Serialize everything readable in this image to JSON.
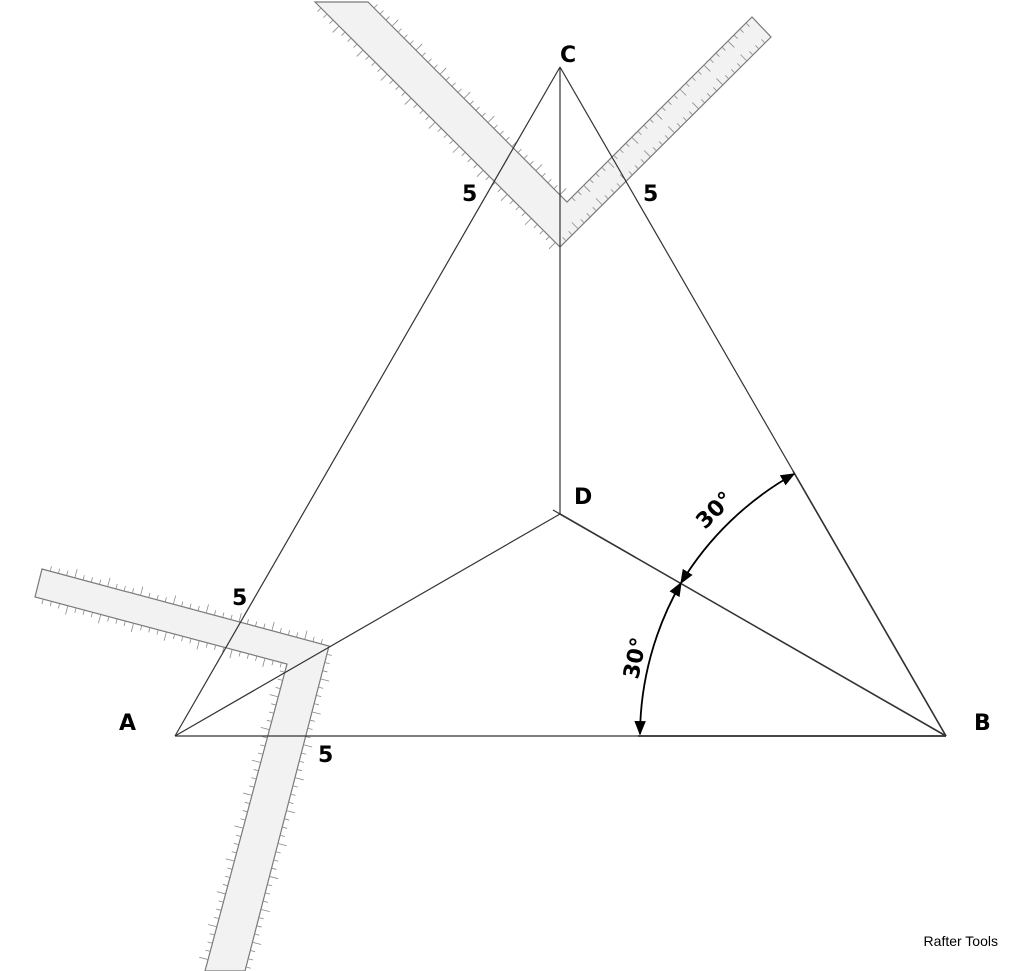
{
  "points": {
    "A": "A",
    "B": "B",
    "C": "C",
    "D": "D"
  },
  "measurements": {
    "ca": "5",
    "cb": "5",
    "ac": "5",
    "ab": "5"
  },
  "angles": {
    "upper": "30°",
    "lower": "30°"
  },
  "credit": "Rafter Tools",
  "colors": {
    "line": "#333333",
    "ruler_fill": "#f2f2f2",
    "ruler_edge": "#7a7a7a"
  }
}
